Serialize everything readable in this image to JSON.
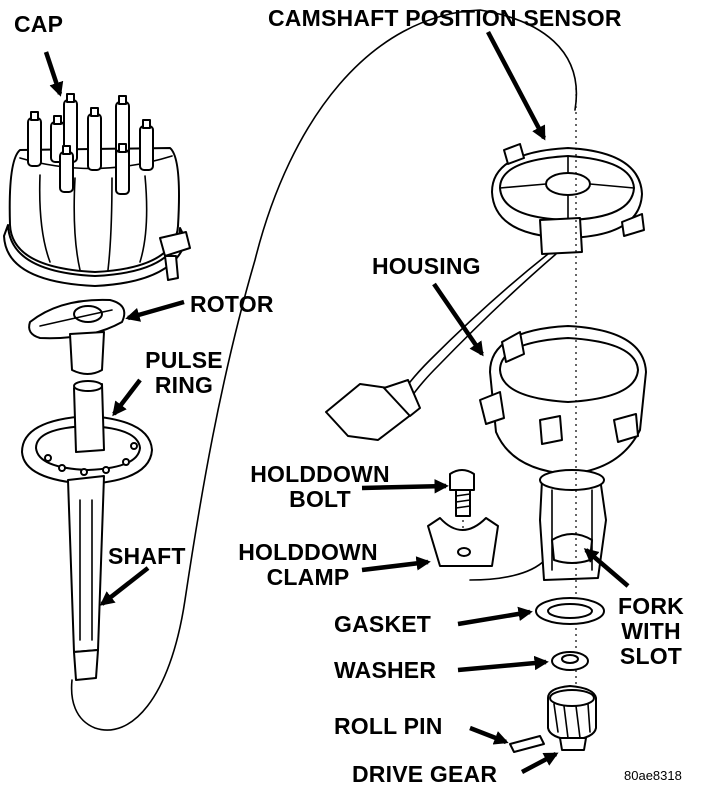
{
  "labels": {
    "cap": "CAP",
    "camshaft_position_sensor": "CAMSHAFT POSITION SENSOR",
    "housing": "HOUSING",
    "rotor": "ROTOR",
    "pulse_ring_line1": "PULSE",
    "pulse_ring_line2": "RING",
    "holddown_bolt_line1": "HOLDDOWN",
    "holddown_bolt_line2": "BOLT",
    "holddown_clamp_line1": "HOLDDOWN",
    "holddown_clamp_line2": "CLAMP",
    "shaft": "SHAFT",
    "gasket": "GASKET",
    "washer": "WASHER",
    "fork_with_slot_line1": "FORK",
    "fork_with_slot_line2": "WITH",
    "fork_with_slot_line3": "SLOT",
    "roll_pin": "ROLL PIN",
    "drive_gear": "DRIVE GEAR"
  },
  "figure_id": "80ae8318",
  "colors": {
    "ink": "#000000",
    "paper": "#ffffff"
  }
}
